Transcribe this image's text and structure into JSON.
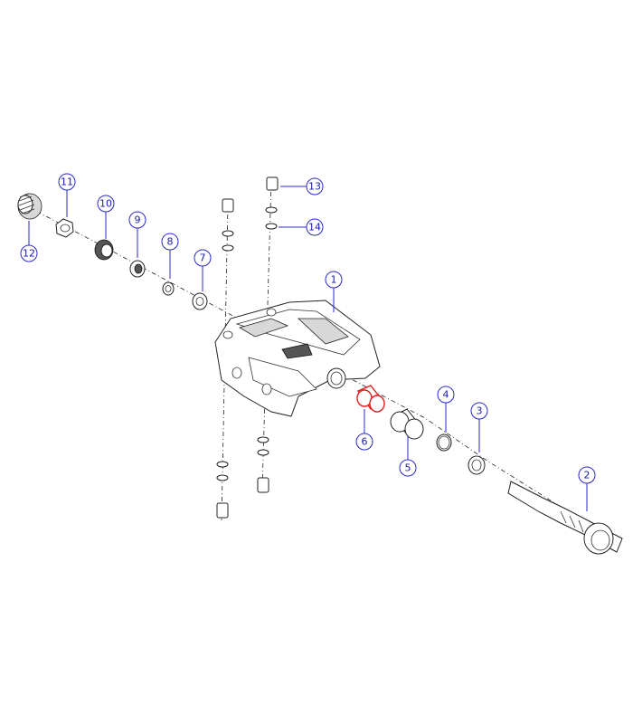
{
  "callouts": [
    {
      "id": "c1",
      "label": "1"
    },
    {
      "id": "c2",
      "label": "2"
    },
    {
      "id": "c3",
      "label": "3"
    },
    {
      "id": "c4",
      "label": "4"
    },
    {
      "id": "c5",
      "label": "5"
    },
    {
      "id": "c6",
      "label": "6"
    },
    {
      "id": "c7",
      "label": "7"
    },
    {
      "id": "c8",
      "label": "8"
    },
    {
      "id": "c9",
      "label": "9"
    },
    {
      "id": "c10",
      "label": "10"
    },
    {
      "id": "c11",
      "label": "11"
    },
    {
      "id": "c12",
      "label": "12"
    },
    {
      "id": "c13",
      "label": "13"
    },
    {
      "id": "c14",
      "label": "14"
    }
  ],
  "colors": {
    "callout": "#2a2acc",
    "highlight": "#e02020",
    "line": "#222222"
  }
}
